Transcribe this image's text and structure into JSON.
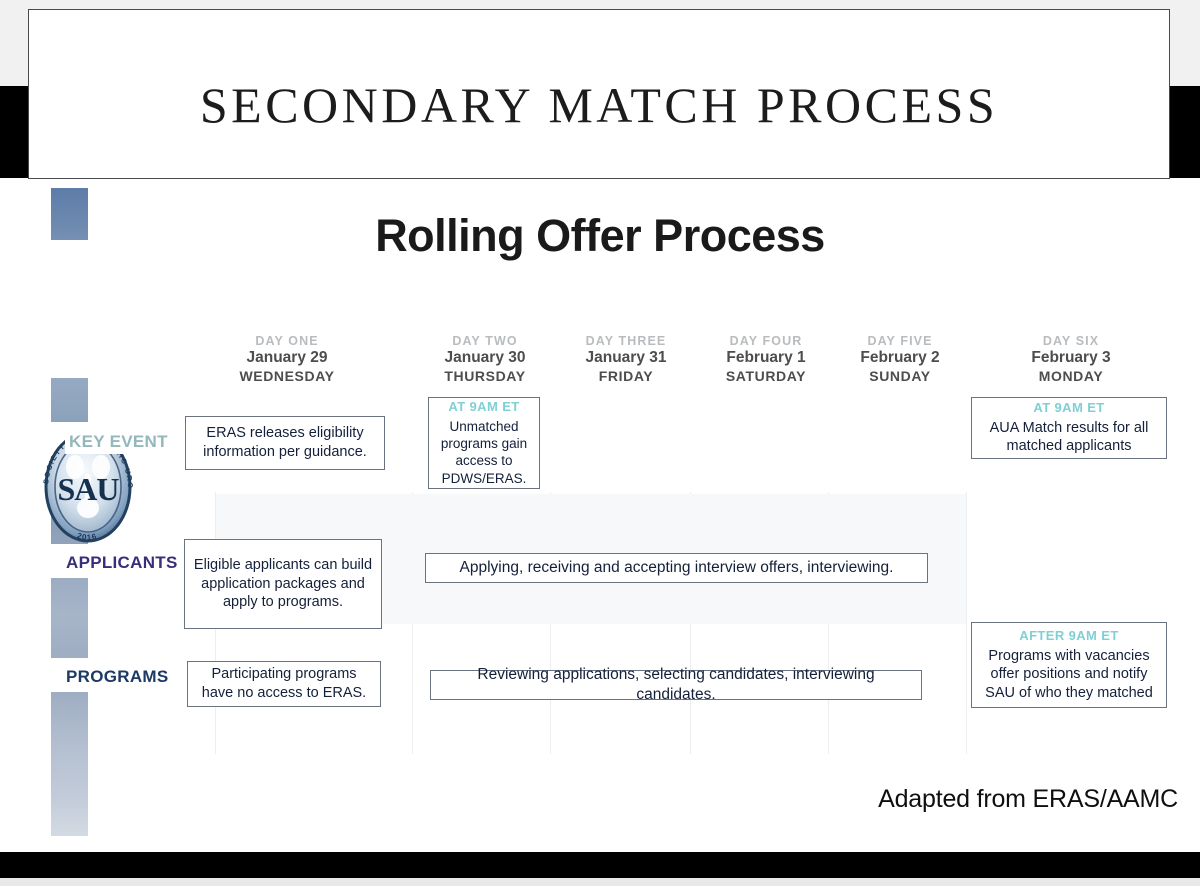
{
  "slide": {
    "title": "SECONDARY MATCH PROCESS",
    "chart_title": "Rolling Offer Process",
    "credit": "Adapted from ERAS/AAMC"
  },
  "logo": {
    "acronym": "SAU",
    "year": "2016",
    "ring_text_top": "SOCIETY OF ACADEMIC UROLOGISTS",
    "alt": "Society of Academic Urologists seal"
  },
  "colors": {
    "rail_top": "#5d7ca8",
    "rail_bottom": "#d3dae3",
    "key_event_label": "#93b7bb",
    "applicants_label": "#3b2d7a",
    "programs_label": "#1d3a63",
    "time_stamp": "#7fd0d6",
    "box_border": "#6b7280",
    "box_text": "#14203a"
  },
  "columns": [
    {
      "day": "DAY ONE",
      "date": "January 29",
      "weekday": "WEDNESDAY"
    },
    {
      "day": "DAY TWO",
      "date": "January 30",
      "weekday": "THURSDAY"
    },
    {
      "day": "DAY THREE",
      "date": "January 31",
      "weekday": "FRIDAY"
    },
    {
      "day": "DAY FOUR",
      "date": "February 1",
      "weekday": "SATURDAY"
    },
    {
      "day": "DAY FIVE",
      "date": "February 2",
      "weekday": "SUNDAY"
    },
    {
      "day": "DAY SIX",
      "date": "February 3",
      "weekday": "MONDAY"
    }
  ],
  "rows": {
    "key_event": {
      "label": "KEY EVENT"
    },
    "applicants": {
      "label": "APPLICANTS"
    },
    "programs": {
      "label": "PROGRAMS"
    }
  },
  "cells": {
    "key_event_day_one": {
      "stamp": "",
      "text": "ERAS releases eligibility information per guidance."
    },
    "key_event_day_two": {
      "stamp": "AT 9AM ET",
      "text": "Unmatched programs gain access to PDWS/ERAS."
    },
    "key_event_day_six": {
      "stamp": "AT 9AM ET",
      "text": "AUA Match results for all matched applicants"
    },
    "applicants_day_one": {
      "stamp": "",
      "text": "Eligible applicants can build application packages and apply to programs."
    },
    "applicants_span": {
      "stamp": "",
      "text": "Applying, receiving and accepting interview offers, interviewing."
    },
    "programs_day_one": {
      "stamp": "",
      "text": "Participating programs have no access to ERAS."
    },
    "programs_span": {
      "stamp": "",
      "text": "Reviewing applications, selecting candidates, interviewing candidates."
    },
    "programs_day_six": {
      "stamp": "AFTER 9AM ET",
      "text": "Programs with vacancies offer positions and notify SAU of who they matched"
    }
  }
}
